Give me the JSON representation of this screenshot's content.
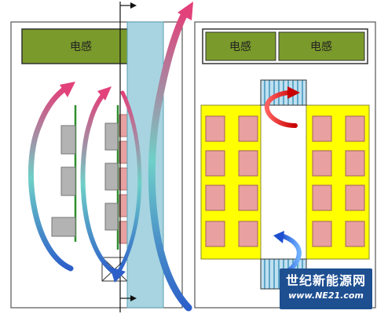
{
  "left_panel": {
    "inductor_label": "电感"
  },
  "right_panel": {
    "inductor_labels": [
      "电感",
      "电感"
    ]
  },
  "watermark": {
    "brand": "世纪新能源网",
    "url": "www.NE21.com"
  },
  "colors": {
    "inductor_fill": "#7a9a2b",
    "heatsink": "#a7d4e0",
    "yellow_board": "#ffff00",
    "pink_component": "#e8a0a0",
    "gray_component": "#b3b3b3",
    "red_arrow": "#d42020",
    "blue_arrow": "#2f6fd6"
  }
}
